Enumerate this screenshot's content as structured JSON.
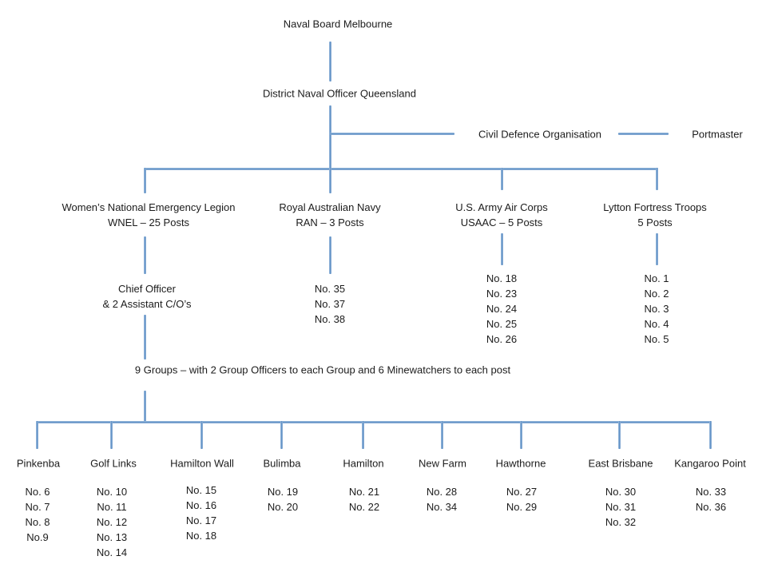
{
  "colors": {
    "connector_blue": "#5b8ec5",
    "text": "#1c1c1c",
    "background": "#ffffff"
  },
  "chart": {
    "root": "Naval Board Melbourne",
    "district": "District Naval Officer Queensland",
    "civil_defence": "Civil Defence Organisation",
    "portmaster": "Portmaster",
    "branches": [
      {
        "id": "wnel",
        "title": [
          "Women’s National Emergency Legion",
          "WNEL – 25 Posts"
        ],
        "officer": [
          "Chief Officer",
          "& 2 Assistant C/O’s"
        ],
        "posts": []
      },
      {
        "id": "ran",
        "title": [
          "Royal Australian Navy",
          "RAN – 3 Posts"
        ],
        "posts": [
          "No. 35",
          "No. 37",
          "No. 38"
        ]
      },
      {
        "id": "usaac",
        "title": [
          "U.S. Army Air Corps",
          "USAAC – 5 Posts"
        ],
        "posts": [
          "No. 18",
          "No. 23",
          "No. 24",
          "No. 25",
          "No. 26"
        ]
      },
      {
        "id": "lytton",
        "title": [
          "Lytton Fortress Troops",
          "5 Posts"
        ],
        "posts": [
          "No. 1",
          "No. 2",
          "No. 3",
          "No. 4",
          "No. 5"
        ]
      }
    ],
    "groups_note": "9 Groups – with 2 Group Officers to each Group and 6 Minewatchers to each post",
    "groups": [
      {
        "name": "Pinkenba",
        "posts": [
          "No. 6",
          "No. 7",
          "No. 8",
          "No.9"
        ]
      },
      {
        "name": "Golf Links",
        "posts": [
          "No. 10",
          "No. 11",
          "No. 12",
          "No. 13",
          "No. 14"
        ]
      },
      {
        "name": "Hamilton Wall",
        "posts": [
          "No. 15",
          "No. 16",
          "No. 17",
          "No. 18"
        ]
      },
      {
        "name": "Bulimba",
        "posts": [
          "No. 19",
          "No. 20"
        ]
      },
      {
        "name": "Hamilton",
        "posts": [
          "No. 21",
          "No. 22"
        ]
      },
      {
        "name": "New Farm",
        "posts": [
          "No. 28",
          "No. 34"
        ]
      },
      {
        "name": "Hawthorne",
        "posts": [
          "No. 27",
          "No. 29"
        ]
      },
      {
        "name": "East Brisbane",
        "posts": [
          "No. 30",
          "No. 31",
          "No. 32"
        ]
      },
      {
        "name": "Kangaroo Point",
        "posts": [
          "No. 33",
          "No. 36"
        ]
      }
    ]
  }
}
